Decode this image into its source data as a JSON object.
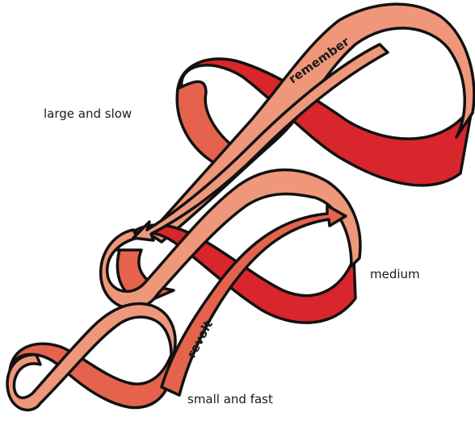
{
  "labels": {
    "large": "large and slow",
    "medium": "medium",
    "small": "small and fast"
  },
  "ribbon_words": {
    "top": "remember",
    "bottom": "revolt"
  },
  "colors": {
    "outer_ribbon": "#ef977a",
    "middle_ribbon": "#e5634c",
    "inner_ribbon": "#d9262c",
    "outline": "#111111",
    "text": "#1a1a1a"
  }
}
